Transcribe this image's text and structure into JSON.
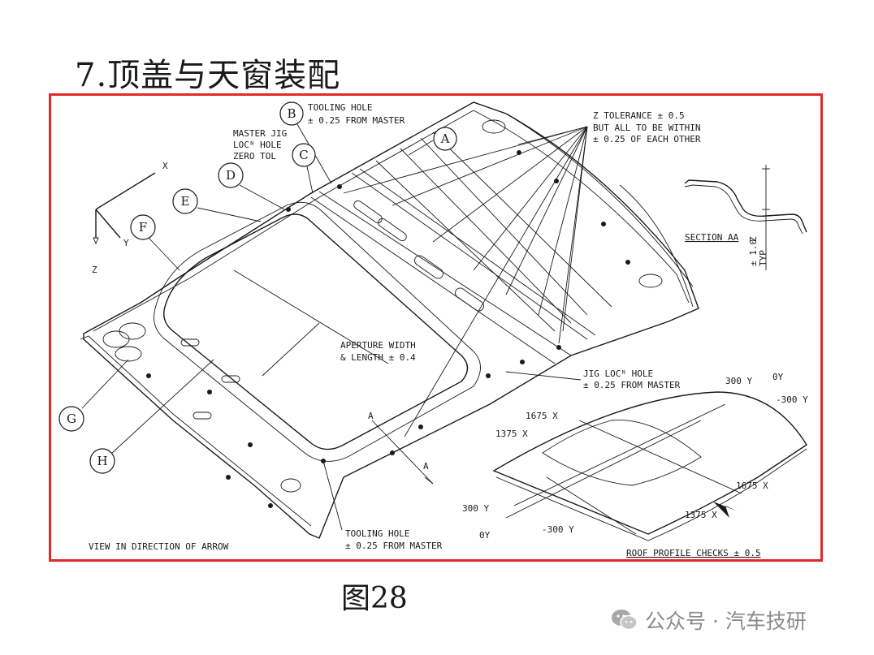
{
  "title": "7.顶盖与天窗装配",
  "figure_caption": "图28",
  "watermark": {
    "text": "公众号 · 汽车技研",
    "icon": "wechat-icon"
  },
  "frame_color": "#e12a2a",
  "drawing": {
    "callout_letters": [
      "A",
      "B",
      "C",
      "D",
      "E",
      "F",
      "G",
      "H"
    ],
    "annotations": {
      "tooling_hole_top": [
        "TOOLING HOLE",
        "± 0.25 FROM MASTER"
      ],
      "master_jig": [
        "MASTER JIG",
        "LOCᴺ HOLE",
        "ZERO TOL"
      ],
      "z_tolerance": [
        "Z TOLERANCE ± 0.5",
        "BUT ALL TO BE WITHIN",
        "± 0.25 OF EACH OTHER"
      ],
      "aperture": [
        "APERTURE WIDTH",
        "& LENGTH ± 0.4"
      ],
      "jig_loc_hole": [
        "JIG LOCᴺ HOLE",
        "± 0.25 FROM MASTER"
      ],
      "tooling_hole_bottom": [
        "TOOLING HOLE",
        "± 0.25 FROM MASTER"
      ],
      "view_direction": "VIEW IN DIRECTION OF ARROW",
      "section_aa": "SECTION AA",
      "section_tol": [
        "± 1.0",
        "TYP"
      ],
      "section_axis": "Z",
      "axes": {
        "x": "X",
        "y": "Y",
        "z": "Z"
      },
      "section_marker": "A",
      "roof_profile": "ROOF PROFILE CHECKS ± 0.5",
      "profile_labels": [
        "300 Y",
        "0Y",
        "-300 Y",
        "1675 X",
        "1375 X",
        "300 Y",
        "0Y",
        "-300 Y",
        "1675 X",
        "1375 X"
      ]
    }
  }
}
